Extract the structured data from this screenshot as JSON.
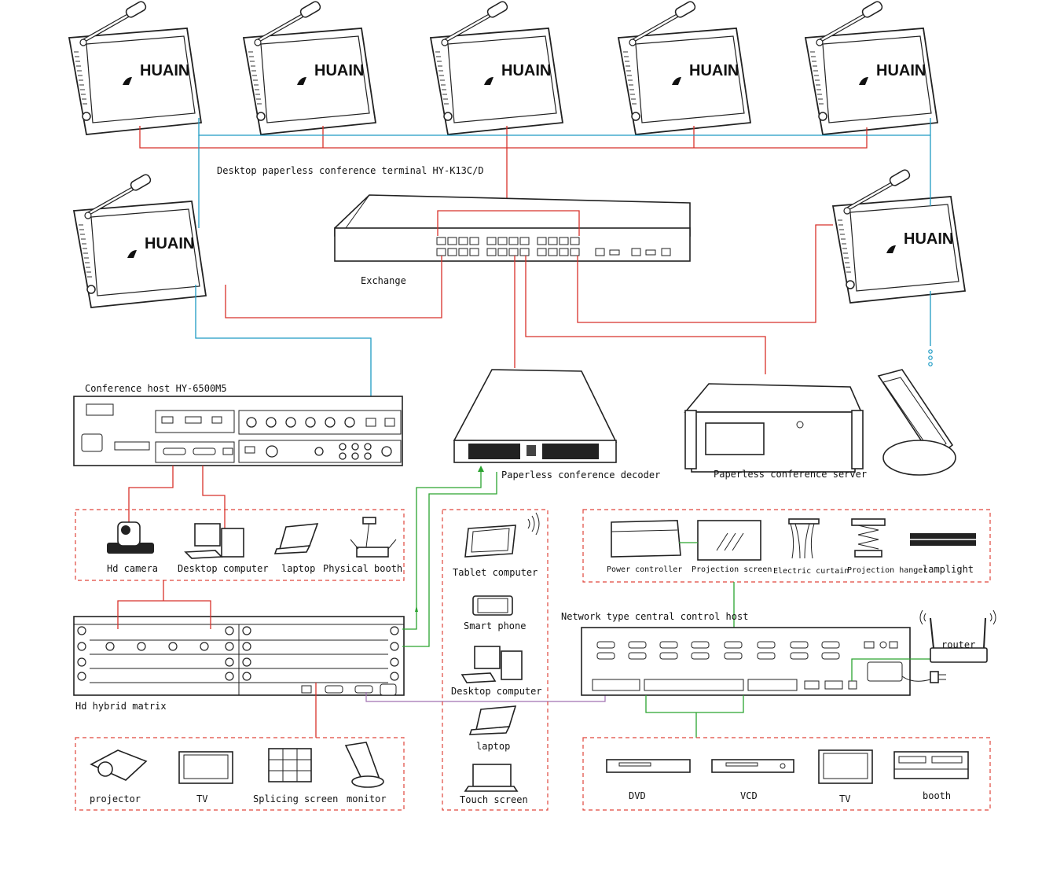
{
  "colors": {
    "network_line": "#d8312a",
    "audio_line": "#1e9bc4",
    "control_line": "#2aa32f",
    "serial_line": "#a070b0",
    "group_border": "#e0463c"
  },
  "brand": "HUAIN",
  "labels": {
    "terminal": "Desktop paperless conference terminal HY-K13C/D",
    "exchange": "Exchange",
    "host": "Conference host HY-6500M5",
    "decoder": "Paperless conference decoder",
    "server": "Paperless conference server",
    "hd_camera": "Hd camera",
    "desktop_computer": "Desktop computer",
    "laptop": "laptop",
    "physical_booth": "Physical booth",
    "tablet": "Tablet computer",
    "smart_phone": "Smart phone",
    "desktop_computer_2": "Desktop computer",
    "laptop_2": "laptop",
    "touch_screen": "Touch screen",
    "power_controller": "Power controller",
    "projection_screen": "Projection screen",
    "electric_curtain": "Electric curtain",
    "projection_hanger": "Projection hanger",
    "lamplight": "lamplight",
    "central_control": "Network type central control host",
    "router": "router",
    "matrix": "Hd hybrid matrix",
    "projector": "projector",
    "tv": "TV",
    "splicing_screen": "Splicing screen",
    "monitor": "monitor",
    "dvd": "DVD",
    "vcd": "VCD",
    "tv_2": "TV",
    "booth": "booth"
  }
}
